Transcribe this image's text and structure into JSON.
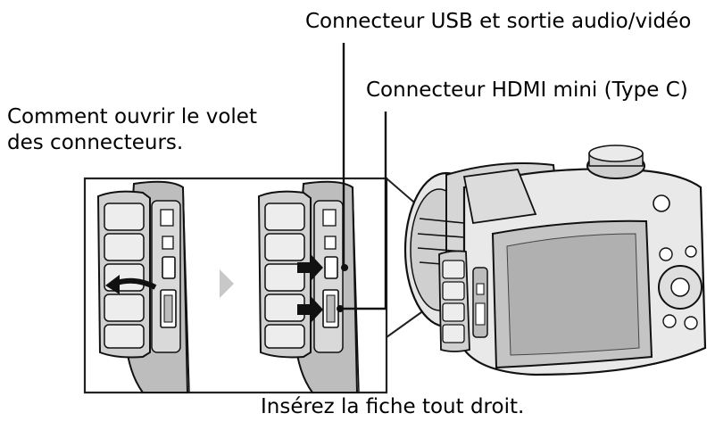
{
  "labels": {
    "usb_connector": "Connecteur USB et sortie audio/vidéo",
    "hdmi_connector": "Connecteur HDMI mini (Type C)",
    "how_to_open_line1": "Comment ouvrir le volet",
    "how_to_open_line2": "des connecteurs.",
    "insert_straight": "Insérez la fiche tout droit."
  }
}
